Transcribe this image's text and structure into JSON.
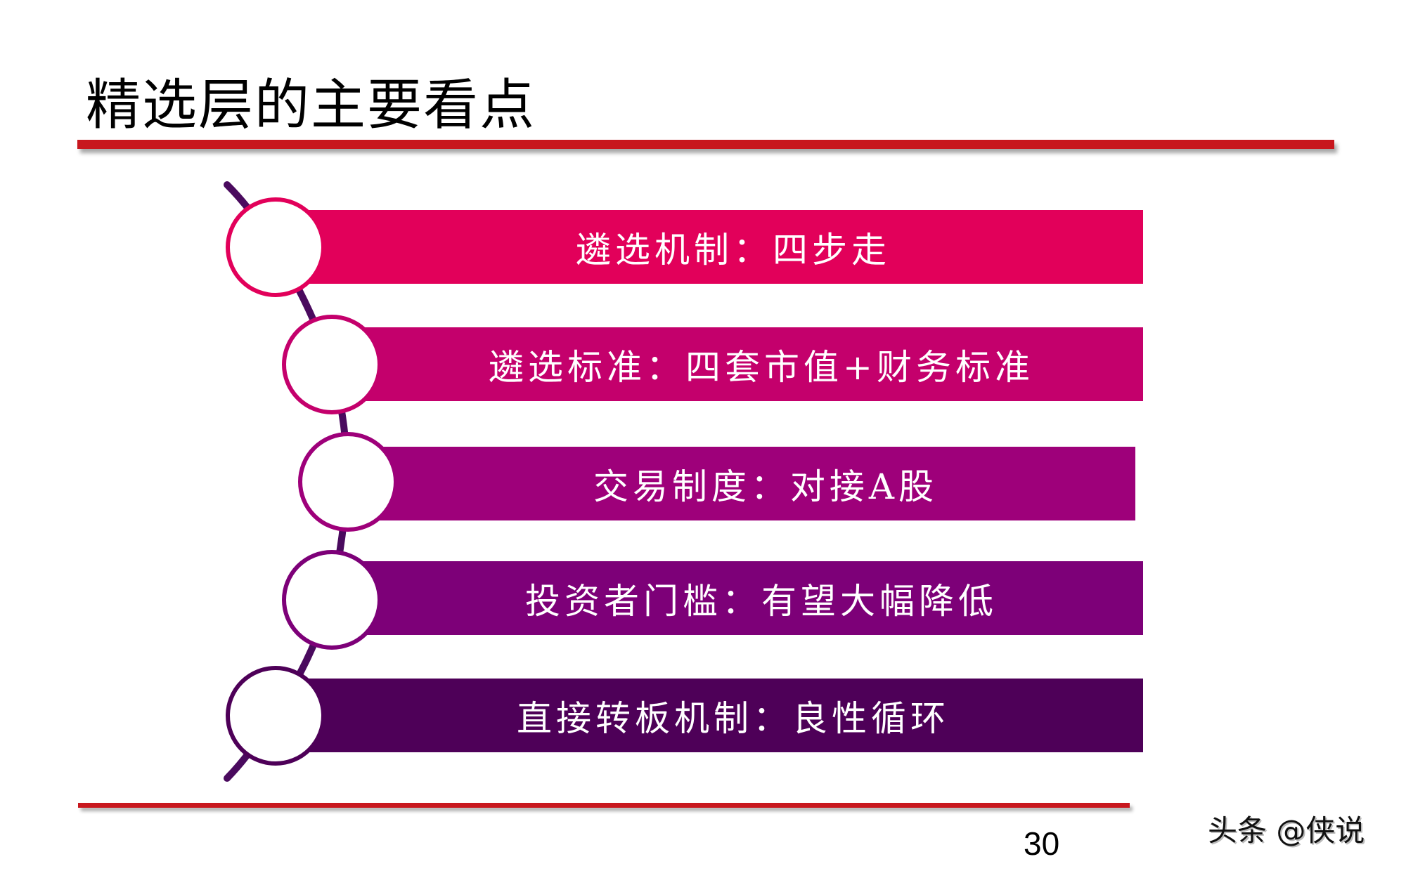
{
  "slide": {
    "title": "精选层的主要看点",
    "page_number": "30",
    "watermark": "头条 @侠说"
  },
  "colors": {
    "rule": "#c8171e",
    "spine": "#4a0a5e",
    "items": [
      "#e2005a",
      "#c4006c",
      "#9e007a",
      "#7d0078",
      "#4e0058"
    ]
  },
  "items": [
    {
      "label": "遴选机制：四步走"
    },
    {
      "label": "遴选标准：四套市值+财务标准"
    },
    {
      "label": "交易制度：对接A股"
    },
    {
      "label": "投资者门槛：有望大幅降低"
    },
    {
      "label": "直接转板机制：良性循环"
    }
  ]
}
